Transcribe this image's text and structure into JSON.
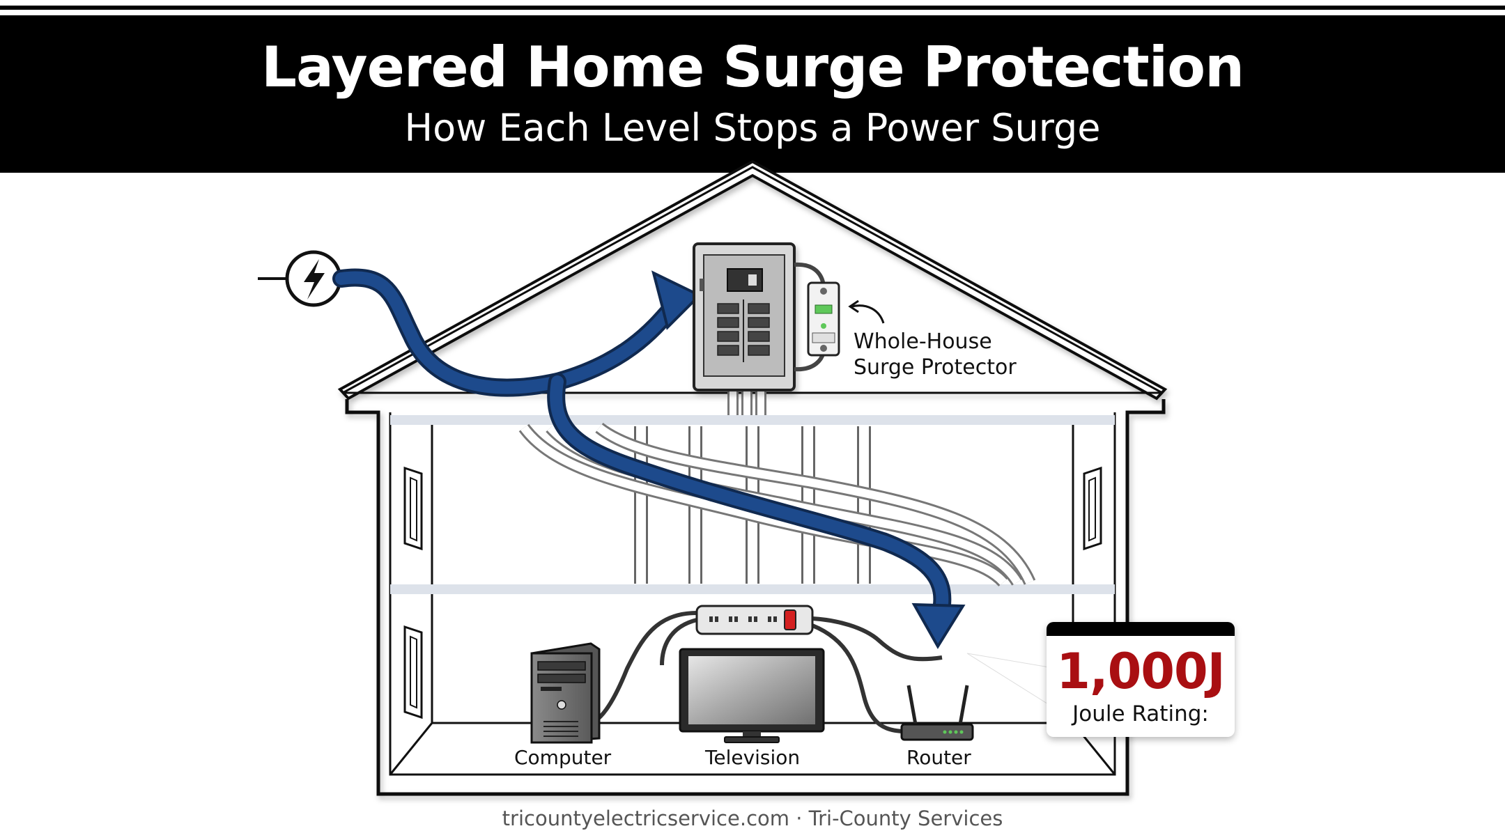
{
  "header": {
    "title": "Layered Home Surge Protection",
    "subtitle": "How Each Level Stops a Power Surge"
  },
  "callouts": {
    "whole_house_line1": "Whole-House",
    "whole_house_line2": "Surge Protector"
  },
  "joule_card": {
    "value": "1,000J",
    "label": "Joule Rating:"
  },
  "devices": {
    "computer": "Computer",
    "television": "Television",
    "router": "Router"
  },
  "footer": {
    "text": "tricountyelectricservice.com · Tri-County Services"
  },
  "colors": {
    "surge_arrow": "#1d4a8c",
    "joule_value": "#a90f12",
    "header_bg": "#000000",
    "indicator_green": "#5fc85a",
    "indicator_red": "#d42020"
  },
  "icons": {
    "power_source": "lightning-bolt-icon"
  }
}
